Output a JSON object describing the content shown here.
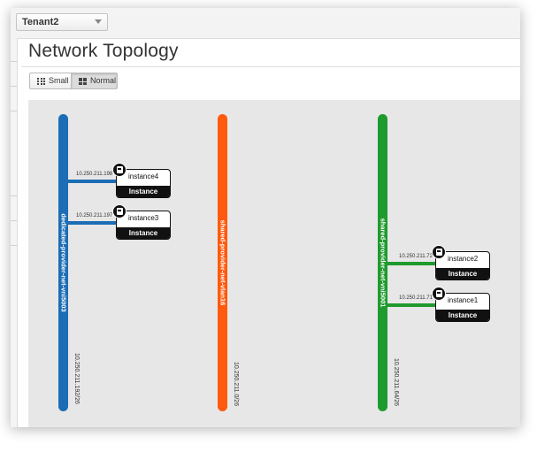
{
  "tenant": {
    "label": "Tenant2"
  },
  "page": {
    "title": "Network Topology"
  },
  "view_toggle": {
    "small_label": "Small",
    "normal_label": "Normal",
    "selected": "Normal"
  },
  "colors": {
    "blue": "#1c6db5",
    "orange": "#ff5a0e",
    "green": "#1f9b2e",
    "canvas": "#e7e7e7",
    "node": "#111111"
  },
  "networks": [
    {
      "name": "dedicated-provider-net-vni5003",
      "cidr": "10.250.211.192/26",
      "color": "#1c6db5"
    },
    {
      "name": "shared-provider-net-vlan16",
      "cidr": "10.250.211.0/26",
      "color": "#ff5a0e"
    },
    {
      "name": "shared-provider-net-vni5001",
      "cidr": "10.250.211.64/26",
      "color": "#1f9b2e"
    }
  ],
  "instances": [
    {
      "name": "instance4",
      "type": "Instance",
      "ip": "10.250.211.198",
      "network": "dedicated-provider-net-vni5003",
      "icon": "server-icon"
    },
    {
      "name": "instance3",
      "type": "Instance",
      "ip": "10.250.211.197",
      "network": "dedicated-provider-net-vni5003",
      "icon": "server-icon"
    },
    {
      "name": "instance2",
      "type": "Instance",
      "ip": "10.250.211.72",
      "network": "shared-provider-net-vni5001",
      "icon": "server-icon"
    },
    {
      "name": "instance1",
      "type": "Instance",
      "ip": "10.250.211.71",
      "network": "shared-provider-net-vni5001",
      "icon": "server-icon"
    }
  ]
}
